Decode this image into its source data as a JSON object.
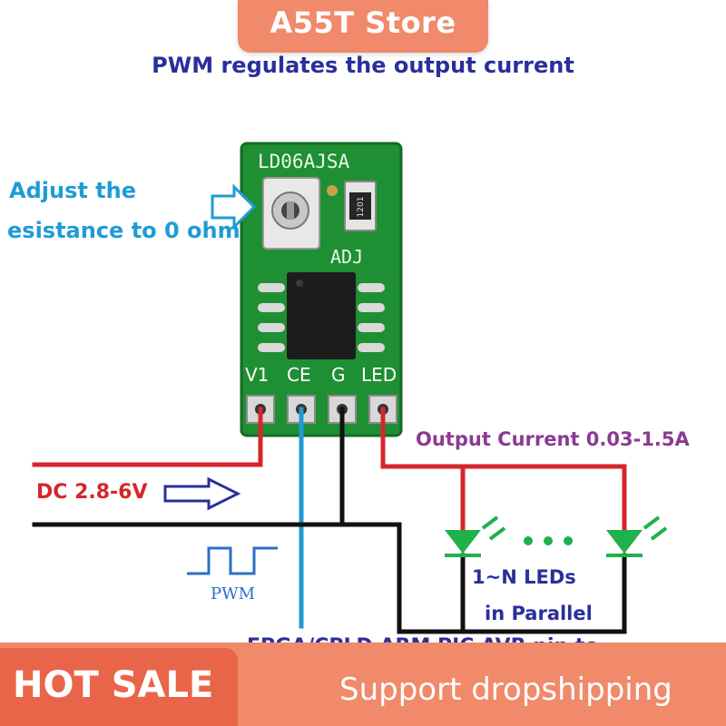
{
  "store": {
    "title": "A55T Store"
  },
  "headline": "PWM regulates the output current",
  "board": {
    "model": "LD06AJSA",
    "resistor_code": "1201",
    "adj_label": "ADJ",
    "pins": [
      "V1",
      "CE",
      "G",
      "LED"
    ]
  },
  "annotations": {
    "adjust_line1": "Adjust the",
    "adjust_line2": "esistance to 0 ohm",
    "dc_input": "DC 2.8-6V",
    "output_current": "Output Current 0.03-1.5A",
    "pwm": "PWM",
    "leds_count": "1~N LEDs",
    "leds_mode": "in Parallel",
    "controller_cut": "FPGA/CPLD ARM PIC AVR  pin to"
  },
  "footer": {
    "hot_sale": "HOT SALE",
    "dropshipping": "Support dropshipping"
  },
  "colors": {
    "banner": "#f08a6a",
    "hot_box": "#e9654a",
    "pcb_green": "#1f8f33",
    "wire_red": "#d6262b",
    "wire_blue": "#1f9bd6",
    "wire_black": "#111111",
    "led_green": "#1fb14a",
    "text_navy": "#2a2f9b",
    "text_purple": "#8b3a93"
  }
}
